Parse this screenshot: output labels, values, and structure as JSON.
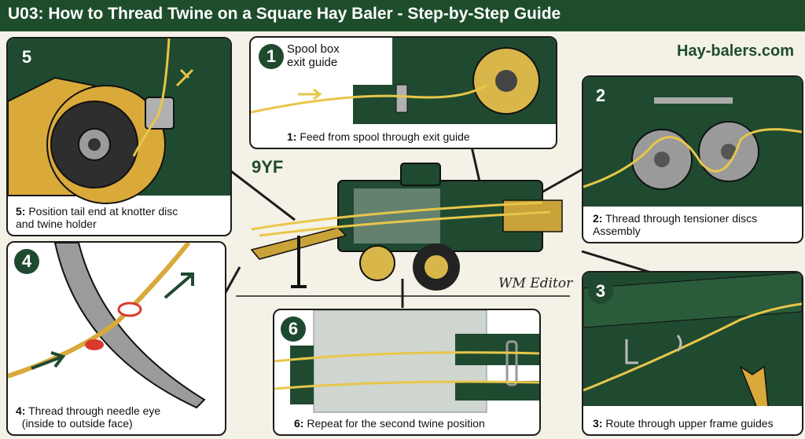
{
  "header": {
    "title": "U03: How to Thread Twine on a Square Hay Baler - Step-by-Step Guide"
  },
  "brand": {
    "site": "Hay-balers.com",
    "model": "9YF",
    "editor": "WM Editor"
  },
  "colors": {
    "header_green": "#1e4d2b",
    "machine_green": "#1f4a30",
    "twine": "#e8c64a",
    "accent_red": "#d93a2b"
  },
  "steps": [
    {
      "number": "1",
      "label": "Spool box exit guide",
      "caption_num": "1:",
      "caption": "Feed from spool through exit guide"
    },
    {
      "number": "2",
      "caption_num": "2:",
      "caption_line1": "Thread through tensioner discs",
      "caption_line2": "Assembly"
    },
    {
      "number": "3",
      "caption_num": "3:",
      "caption": "Route through upper frame guides"
    },
    {
      "number": "4",
      "caption_num": "4:",
      "caption_line1": "Thread through needle eye",
      "caption_line2": "(inside to outside face)"
    },
    {
      "number": "5",
      "caption_num": "5:",
      "caption_line1": "Position tail end at knotter disc",
      "caption_line2": "and twine holder"
    },
    {
      "number": "6",
      "caption_num": "6:",
      "caption": "Repeat for the second twine position"
    }
  ]
}
